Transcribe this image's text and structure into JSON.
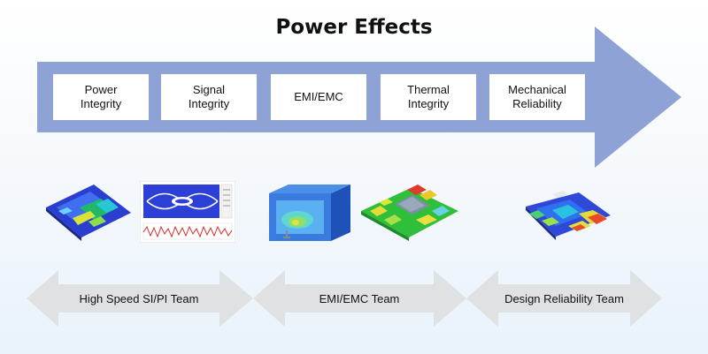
{
  "title": "Power Effects",
  "effects": [
    {
      "label": "Power\nIntegrity"
    },
    {
      "label": "Signal\nIntegrity"
    },
    {
      "label": "EMI/EMC"
    },
    {
      "label": "Thermal\nIntegrity"
    },
    {
      "label": "Mechanical\nReliability"
    }
  ],
  "teams": [
    {
      "label": "High Speed SI/PI Team"
    },
    {
      "label": "EMI/EMC Team"
    },
    {
      "label": "Design Reliability Team"
    }
  ],
  "colors": {
    "main_arrow": "#8fa2d6",
    "team_arrow": "#dfe1e3"
  }
}
